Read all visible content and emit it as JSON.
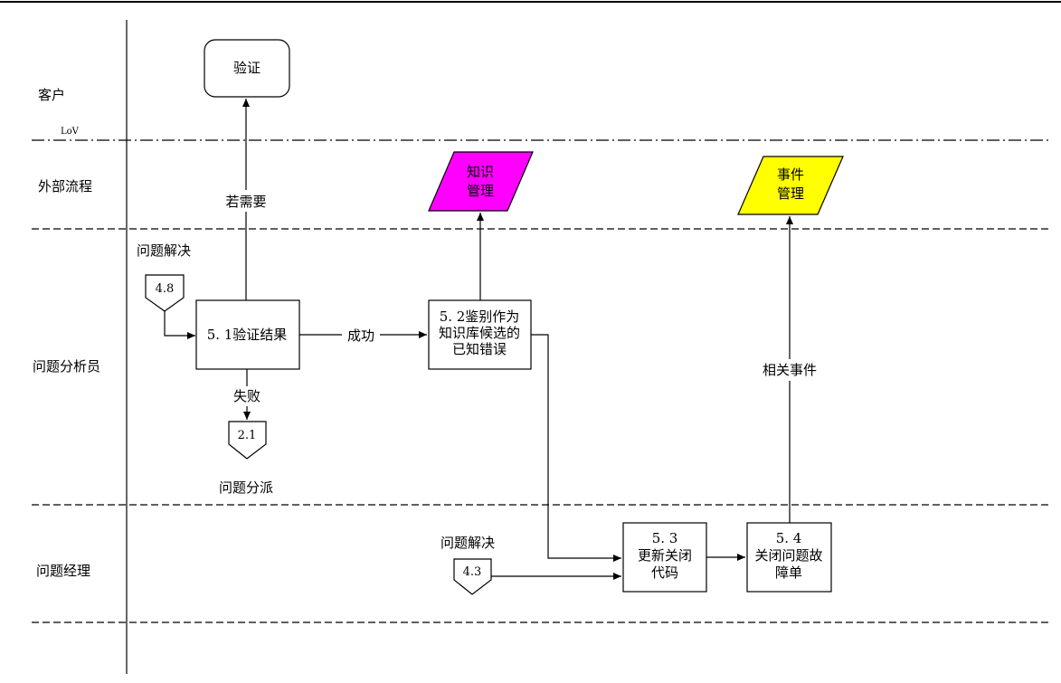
{
  "lanes": {
    "customer": "客户",
    "lov": "LoV",
    "external": "外部流程",
    "analyst": "问题分析员",
    "manager": "问题经理"
  },
  "nodes": {
    "verify": "验证",
    "knowledge": [
      "知识",
      "管理"
    ],
    "incident": [
      "事件",
      "管理"
    ],
    "n51": "5. 1验证结果",
    "n52": [
      "5. 2鉴别作为",
      "知识库候选的",
      "已知错误"
    ],
    "n53": [
      "5. 3",
      "更新关闭",
      "代码"
    ],
    "n54": [
      "5. 4",
      "关闭问题故",
      "障单"
    ],
    "c48": "4.8",
    "c48_label": "问题解决",
    "c21": "2.1",
    "c21_label": "问题分派",
    "c43": "4.3",
    "c43_label": "问题解决"
  },
  "edges": {
    "if_needed": "若需要",
    "success": "成功",
    "fail": "失败",
    "related_incident": "相关事件"
  },
  "colors": {
    "knowledge_fill": "#ff00ff",
    "incident_fill": "#ffff00",
    "line": "#000000"
  }
}
